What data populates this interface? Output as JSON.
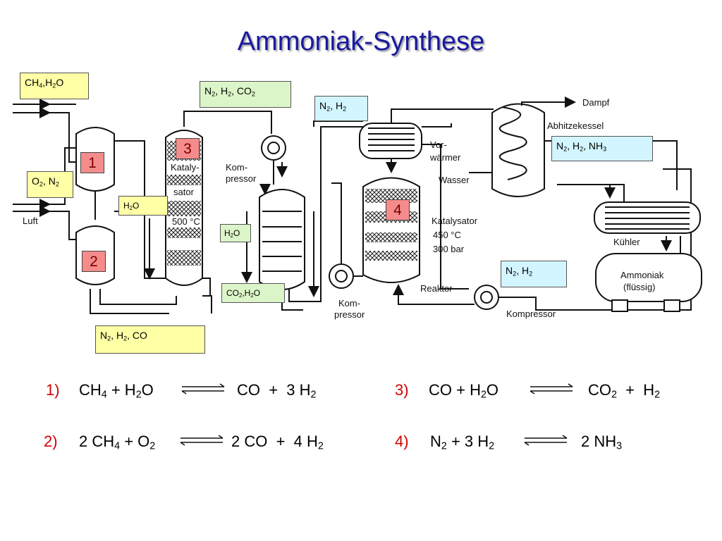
{
  "title": "Ammoniak-Synthese",
  "stream_labels": {
    "ch4_h2o": [
      "CH",
      "4",
      ",H",
      "2",
      "O"
    ],
    "n2_h2_co2": [
      "N",
      "2",
      ", H",
      "2",
      ", CO",
      "2"
    ],
    "n2_h2_top": [
      "N",
      "2",
      ", H",
      "2"
    ],
    "n2_h2_nh3": [
      "N",
      "2",
      ", H",
      "2",
      ", NH",
      "3"
    ],
    "o2_n2": [
      "O",
      "2",
      ", N",
      "2"
    ],
    "h2o_left": [
      "H",
      "2",
      "O"
    ],
    "h2o_mid": [
      "H",
      "2",
      "O"
    ],
    "co2_h2o": [
      "CO",
      "2",
      ",H",
      "2",
      "O"
    ],
    "n2_h2_bottom": [
      "N",
      "2",
      ", H",
      "2"
    ],
    "n2_h2_co": [
      "N",
      "2",
      ", H",
      "2",
      ", CO"
    ]
  },
  "step_numbers": [
    "1",
    "2",
    "3",
    "4"
  ],
  "diagram_text": {
    "luft": "Luft",
    "kompressor_1_a": "Kom-",
    "kompressor_1_b": "pressor",
    "katalysator_1_a": "Kataly-",
    "katalysator_1_b": "sator",
    "temp_1": "500 °C",
    "vorwaermer_a": "Vor-",
    "vorwaermer_b": "wärmer",
    "wasser": "Wasser",
    "dampf": "Dampf",
    "abhitzekessel": "Abhitzekessel",
    "katalysator_2": "Katalysator",
    "temp_2": "450 °C",
    "pressure": "300 bar",
    "reaktor": "Reaktor",
    "kompressor_2_a": "Kom-",
    "kompressor_2_b": "pressor",
    "kompressor_3": "Kompressor",
    "kuehler": "Kühler",
    "ammoniak_a": "Ammoniak",
    "ammoniak_b": "(flüssig)"
  },
  "equations": [
    {
      "number": "1)",
      "lhs": [
        [
          "text",
          "CH"
        ],
        [
          "sub",
          "4"
        ],
        [
          "text",
          " + H"
        ],
        [
          "sub",
          "2"
        ],
        [
          "text",
          "O"
        ]
      ],
      "rhs": [
        [
          "text",
          "CO  +  3 H"
        ],
        [
          "sub",
          "2"
        ]
      ]
    },
    {
      "number": "2)",
      "lhs": [
        [
          "text",
          "2 CH"
        ],
        [
          "sub",
          "4"
        ],
        [
          "text",
          " + O"
        ],
        [
          "sub",
          "2"
        ]
      ],
      "rhs": [
        [
          "text",
          "2 CO  +  4 H"
        ],
        [
          "sub",
          "2"
        ]
      ]
    },
    {
      "number": "3)",
      "lhs": [
        [
          "text",
          "CO + H"
        ],
        [
          "sub",
          "2"
        ],
        [
          "text",
          "O"
        ]
      ],
      "rhs": [
        [
          "text",
          "CO"
        ],
        [
          "sub",
          "2"
        ],
        [
          "text",
          "  +  H"
        ],
        [
          "sub",
          "2"
        ]
      ]
    },
    {
      "number": "4)",
      "lhs": [
        [
          "text",
          "N"
        ],
        [
          "sub",
          "2"
        ],
        [
          "text",
          " + 3 H"
        ],
        [
          "sub",
          "2"
        ]
      ],
      "rhs": [
        [
          "text",
          "2 NH"
        ],
        [
          "sub",
          "3"
        ]
      ]
    }
  ],
  "colors": {
    "title": "#1a1aa0",
    "step_number_fill": "#f58c8c",
    "equation_number": "#d40000",
    "label_yellow": "#ffffa6",
    "label_green": "#dcf5c8",
    "label_cyan": "#d2f5ff"
  }
}
